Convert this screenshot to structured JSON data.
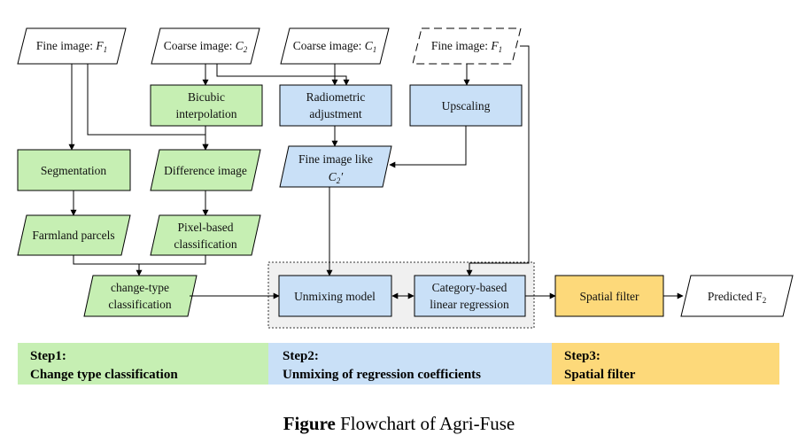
{
  "nodes": {
    "fine_f1": {
      "label": "Fine image: ",
      "var": "F",
      "sub": "1"
    },
    "coarse_c2": {
      "label": "Coarse image: ",
      "var": "C",
      "sub": "2"
    },
    "coarse_c1": {
      "label": "Coarse image: ",
      "var": "C",
      "sub": "1"
    },
    "fine_f1_dashed": {
      "label": "Fine image: ",
      "var": "F",
      "sub": "1"
    },
    "bicubic": {
      "line1": "Bicubic",
      "line2": "interpolation"
    },
    "radiometric": {
      "line1": "Radiometric",
      "line2": "adjustment"
    },
    "upscaling": {
      "label": "Upscaling"
    },
    "segmentation": {
      "label": "Segmentation"
    },
    "difference": {
      "label": "Difference image"
    },
    "fine_like": {
      "line1": "Fine image like",
      "var": "C",
      "sub": "2",
      "prime": "′"
    },
    "farmland": {
      "label": "Farmland parcels"
    },
    "pixel_based": {
      "line1": "Pixel-based",
      "line2": "classification"
    },
    "change_type": {
      "line1": "change-type",
      "line2": "classification"
    },
    "unmixing": {
      "label": "Unmixing model"
    },
    "category_reg": {
      "line1": "Category-based",
      "line2": "linear regression"
    },
    "spatial_filter": {
      "label": "Spatial filter"
    },
    "predicted": {
      "label": "Predicted F",
      "sub": "2"
    }
  },
  "steps": [
    {
      "title": "Step1:",
      "desc": "Change type classification",
      "color": "#c6efb3"
    },
    {
      "title": "Step2:",
      "desc": "Unmixing of regression coefficients",
      "color": "#c9e0f7"
    },
    {
      "title": "Step3:",
      "desc": "Spatial filter",
      "color": "#fdd97a"
    }
  ],
  "caption": {
    "bold": "Figure",
    "rest": " Flowchart of Agri-Fuse"
  },
  "colors": {
    "green_fill": "#c6efb3",
    "blue_fill": "#c9e0f7",
    "orange_fill": "#fdd97a",
    "panel_fill": "#f0f0f0"
  }
}
